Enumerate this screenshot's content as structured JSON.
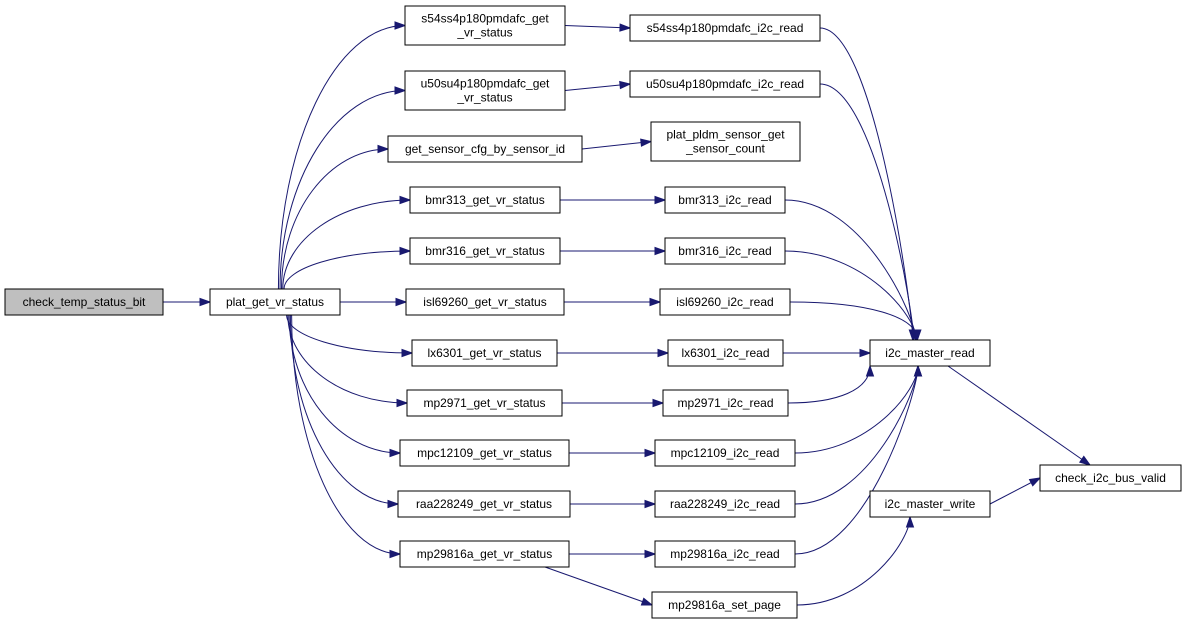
{
  "nodes": {
    "check_temp_status_bit": [
      "check_temp_status_bit"
    ],
    "plat_get_vr_status": [
      "plat_get_vr_status"
    ],
    "s54ss4p180pmdafc_get_vr_status": [
      "s54ss4p180pmdafc_get",
      "_vr_status"
    ],
    "u50su4p180pmdafc_get_vr_status": [
      "u50su4p180pmdafc_get",
      "_vr_status"
    ],
    "get_sensor_cfg_by_sensor_id": [
      "get_sensor_cfg_by_sensor_id"
    ],
    "bmr313_get_vr_status": [
      "bmr313_get_vr_status"
    ],
    "bmr316_get_vr_status": [
      "bmr316_get_vr_status"
    ],
    "isl69260_get_vr_status": [
      "isl69260_get_vr_status"
    ],
    "lx6301_get_vr_status": [
      "lx6301_get_vr_status"
    ],
    "mp2971_get_vr_status": [
      "mp2971_get_vr_status"
    ],
    "mpc12109_get_vr_status": [
      "mpc12109_get_vr_status"
    ],
    "raa228249_get_vr_status": [
      "raa228249_get_vr_status"
    ],
    "mp29816a_get_vr_status": [
      "mp29816a_get_vr_status"
    ],
    "s54ss4p180pmdafc_i2c_read": [
      "s54ss4p180pmdafc_i2c_read"
    ],
    "u50su4p180pmdafc_i2c_read": [
      "u50su4p180pmdafc_i2c_read"
    ],
    "plat_pldm_sensor_get_sensor_count": [
      "plat_pldm_sensor_get",
      "_sensor_count"
    ],
    "bmr313_i2c_read": [
      "bmr313_i2c_read"
    ],
    "bmr316_i2c_read": [
      "bmr316_i2c_read"
    ],
    "isl69260_i2c_read": [
      "isl69260_i2c_read"
    ],
    "lx6301_i2c_read": [
      "lx6301_i2c_read"
    ],
    "mp2971_i2c_read": [
      "mp2971_i2c_read"
    ],
    "mpc12109_i2c_read": [
      "mpc12109_i2c_read"
    ],
    "raa228249_i2c_read": [
      "raa228249_i2c_read"
    ],
    "mp29816a_i2c_read": [
      "mp29816a_i2c_read"
    ],
    "mp29816a_set_page": [
      "mp29816a_set_page"
    ],
    "i2c_master_read": [
      "i2c_master_read"
    ],
    "i2c_master_write": [
      "i2c_master_write"
    ],
    "check_i2c_bus_valid": [
      "check_i2c_bus_valid"
    ]
  },
  "root_node": "check_temp_status_bit",
  "edges": [
    [
      "check_temp_status_bit",
      "plat_get_vr_status"
    ],
    [
      "plat_get_vr_status",
      "s54ss4p180pmdafc_get_vr_status"
    ],
    [
      "plat_get_vr_status",
      "u50su4p180pmdafc_get_vr_status"
    ],
    [
      "plat_get_vr_status",
      "get_sensor_cfg_by_sensor_id"
    ],
    [
      "plat_get_vr_status",
      "bmr313_get_vr_status"
    ],
    [
      "plat_get_vr_status",
      "bmr316_get_vr_status"
    ],
    [
      "plat_get_vr_status",
      "isl69260_get_vr_status"
    ],
    [
      "plat_get_vr_status",
      "lx6301_get_vr_status"
    ],
    [
      "plat_get_vr_status",
      "mp2971_get_vr_status"
    ],
    [
      "plat_get_vr_status",
      "mpc12109_get_vr_status"
    ],
    [
      "plat_get_vr_status",
      "raa228249_get_vr_status"
    ],
    [
      "plat_get_vr_status",
      "mp29816a_get_vr_status"
    ],
    [
      "s54ss4p180pmdafc_get_vr_status",
      "s54ss4p180pmdafc_i2c_read"
    ],
    [
      "u50su4p180pmdafc_get_vr_status",
      "u50su4p180pmdafc_i2c_read"
    ],
    [
      "get_sensor_cfg_by_sensor_id",
      "plat_pldm_sensor_get_sensor_count"
    ],
    [
      "bmr313_get_vr_status",
      "bmr313_i2c_read"
    ],
    [
      "bmr316_get_vr_status",
      "bmr316_i2c_read"
    ],
    [
      "isl69260_get_vr_status",
      "isl69260_i2c_read"
    ],
    [
      "lx6301_get_vr_status",
      "lx6301_i2c_read"
    ],
    [
      "mp2971_get_vr_status",
      "mp2971_i2c_read"
    ],
    [
      "mpc12109_get_vr_status",
      "mpc12109_i2c_read"
    ],
    [
      "raa228249_get_vr_status",
      "raa228249_i2c_read"
    ],
    [
      "mp29816a_get_vr_status",
      "mp29816a_i2c_read"
    ],
    [
      "mp29816a_get_vr_status",
      "mp29816a_set_page"
    ],
    [
      "s54ss4p180pmdafc_i2c_read",
      "i2c_master_read"
    ],
    [
      "u50su4p180pmdafc_i2c_read",
      "i2c_master_read"
    ],
    [
      "bmr313_i2c_read",
      "i2c_master_read"
    ],
    [
      "bmr316_i2c_read",
      "i2c_master_read"
    ],
    [
      "isl69260_i2c_read",
      "i2c_master_read"
    ],
    [
      "lx6301_i2c_read",
      "i2c_master_read"
    ],
    [
      "mp2971_i2c_read",
      "i2c_master_read"
    ],
    [
      "mpc12109_i2c_read",
      "i2c_master_read"
    ],
    [
      "raa228249_i2c_read",
      "i2c_master_read"
    ],
    [
      "mp29816a_i2c_read",
      "i2c_master_read"
    ],
    [
      "mp29816a_set_page",
      "i2c_master_write"
    ],
    [
      "i2c_master_read",
      "check_i2c_bus_valid"
    ],
    [
      "i2c_master_write",
      "check_i2c_bus_valid"
    ]
  ],
  "colors": {
    "edge": "#191970",
    "root_fill": "#bfbfbf",
    "node_fill": "#ffffff",
    "node_border": "#000000"
  }
}
